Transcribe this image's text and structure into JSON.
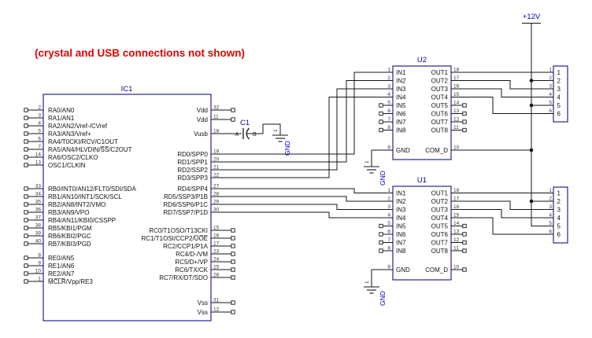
{
  "note": "(crystal and USB connections not shown)",
  "colors": {
    "accent_blue": "#0404a8",
    "wire": "#141414",
    "box_outline": "#26268e",
    "note_red": "#e80000"
  },
  "power": {
    "label": "+12V"
  },
  "capacitor": {
    "ref": "C1",
    "a": "A",
    "b": "B",
    "gnd": {
      "n": "1",
      "label": "GND"
    }
  },
  "ic1": {
    "ref": "IC1",
    "left_pins": [
      {
        "n": "2",
        "label": "RA0/AN0"
      },
      {
        "n": "3",
        "label": "RA1/AN1"
      },
      {
        "n": "4",
        "label": "RA2/AN2/Vref-/CVref"
      },
      {
        "n": "5",
        "label": "RA3/AN3/Vref+"
      },
      {
        "n": "6",
        "label": "RA4/T0CKI/RCV/C1OUT"
      },
      {
        "n": "7",
        "label": "RA5/AN4/HLVDIN/S̅S̅/C2OUT"
      },
      {
        "n": "14",
        "label": "RA6/OSC2/CLKO"
      },
      {
        "n": "13",
        "label": "OSC1/CLKIN"
      },
      {
        "n": "33",
        "label": "RB0/INT0/AN12/FLT0/SDI/SDA"
      },
      {
        "n": "34",
        "label": "RB1/AN10/INT1/SCK/SCL"
      },
      {
        "n": "35",
        "label": "RB2/AN8/INT2/VMO"
      },
      {
        "n": "36",
        "label": "RB3/AN9/VPO"
      },
      {
        "n": "37",
        "label": "RB4/AN11/KBI0/CSSPP"
      },
      {
        "n": "38",
        "label": "RB5/KBI1/PGM"
      },
      {
        "n": "39",
        "label": "RB6/KBI2/PGC"
      },
      {
        "n": "40",
        "label": "RB7/KBI3/PGD"
      },
      {
        "n": "8",
        "label": "RE0/AN5"
      },
      {
        "n": "9",
        "label": "RE1/AN6"
      },
      {
        "n": "10",
        "label": "RE2/AN7"
      },
      {
        "n": "1",
        "label": "M̅C̅L̅R̅/Vpp/RE3"
      }
    ],
    "right_pins": [
      {
        "n": "32",
        "label": "Vdd"
      },
      {
        "n": "11",
        "label": "Vdd"
      },
      {
        "n": "18",
        "label": "Vusb"
      },
      {
        "n": "19",
        "label": "RD0/SPP0"
      },
      {
        "n": "20",
        "label": "RD1/SPP1"
      },
      {
        "n": "21",
        "label": "RD2/SSP2"
      },
      {
        "n": "22",
        "label": "RD3/SPP3"
      },
      {
        "n": "27",
        "label": "RD4/SPP4"
      },
      {
        "n": "28",
        "label": "RD5/SSP3/P1B"
      },
      {
        "n": "29",
        "label": "RD6/SSP6/P1C"
      },
      {
        "n": "30",
        "label": "RD7/SSP7/P1D"
      },
      {
        "n": "15",
        "label": "RC0/T1OSO/T13CKI"
      },
      {
        "n": "16",
        "label": "RC1/T1OSI/CCP2/U̅O̅E̅"
      },
      {
        "n": "17",
        "label": "RC2/CCP1/P1A"
      },
      {
        "n": "23",
        "label": "RC4/D-/VM"
      },
      {
        "n": "24",
        "label": "RC5/D+/VP"
      },
      {
        "n": "25",
        "label": "RC6/TX/CK"
      },
      {
        "n": "26",
        "label": "RC7/RX/DT/SDO"
      },
      {
        "n": "31",
        "label": "Vss"
      },
      {
        "n": "12",
        "label": "Vss"
      }
    ]
  },
  "u2": {
    "ref": "U2",
    "left_pins": [
      {
        "n": "1",
        "label": "IN1"
      },
      {
        "n": "2",
        "label": "IN2"
      },
      {
        "n": "3",
        "label": "IN3"
      },
      {
        "n": "4",
        "label": "IN4"
      },
      {
        "n": "5",
        "label": "IN5"
      },
      {
        "n": "6",
        "label": "IN6"
      },
      {
        "n": "7",
        "label": "IN7"
      },
      {
        "n": "8",
        "label": "IN8"
      }
    ],
    "right_pins": [
      {
        "n": "18",
        "label": "OUT1"
      },
      {
        "n": "17",
        "label": "OUT2"
      },
      {
        "n": "16",
        "label": "OUT3"
      },
      {
        "n": "15",
        "label": "OUT4"
      },
      {
        "n": "14",
        "label": "OUT5"
      },
      {
        "n": "13",
        "label": "OUT6"
      },
      {
        "n": "12",
        "label": "OUT7"
      },
      {
        "n": "11",
        "label": "OUT8"
      }
    ],
    "gnd": {
      "n": "9",
      "label": "GND"
    },
    "com": {
      "n": "10",
      "label": "COM_D"
    },
    "gnd_symbol": {
      "n": "1",
      "label": "GND"
    }
  },
  "u1": {
    "ref": "U1",
    "left_pins": [
      {
        "n": "1",
        "label": "IN1"
      },
      {
        "n": "2",
        "label": "IN2"
      },
      {
        "n": "3",
        "label": "IN3"
      },
      {
        "n": "4",
        "label": "IN4"
      },
      {
        "n": "5",
        "label": "IN5"
      },
      {
        "n": "6",
        "label": "IN6"
      },
      {
        "n": "7",
        "label": "IN7"
      },
      {
        "n": "8",
        "label": "IN8"
      }
    ],
    "right_pins": [
      {
        "n": "18",
        "label": "OUT1"
      },
      {
        "n": "17",
        "label": "OUT2"
      },
      {
        "n": "16",
        "label": "OUT3"
      },
      {
        "n": "15",
        "label": "OUT4"
      },
      {
        "n": "14",
        "label": "OUT5"
      },
      {
        "n": "13",
        "label": "OUT6"
      },
      {
        "n": "12",
        "label": "OUT7"
      },
      {
        "n": "11",
        "label": "OUT8"
      }
    ],
    "gnd": {
      "n": "9",
      "label": "GND"
    },
    "com": {
      "n": "10",
      "label": "COM_D"
    },
    "gnd_symbol": {
      "n": "1",
      "label": "GND"
    }
  },
  "connector_top": {
    "pins": [
      {
        "n": "1",
        "label": "1"
      },
      {
        "n": "2",
        "label": "2"
      },
      {
        "n": "3",
        "label": "3"
      },
      {
        "n": "4",
        "label": "4"
      },
      {
        "n": "5",
        "label": "5"
      },
      {
        "n": "6",
        "label": "6"
      }
    ]
  },
  "connector_bottom": {
    "pins": [
      {
        "n": "1",
        "label": "1"
      },
      {
        "n": "2",
        "label": "2"
      },
      {
        "n": "3",
        "label": "3"
      },
      {
        "n": "4",
        "label": "4"
      },
      {
        "n": "5",
        "label": "5"
      },
      {
        "n": "6",
        "label": "6"
      }
    ]
  }
}
